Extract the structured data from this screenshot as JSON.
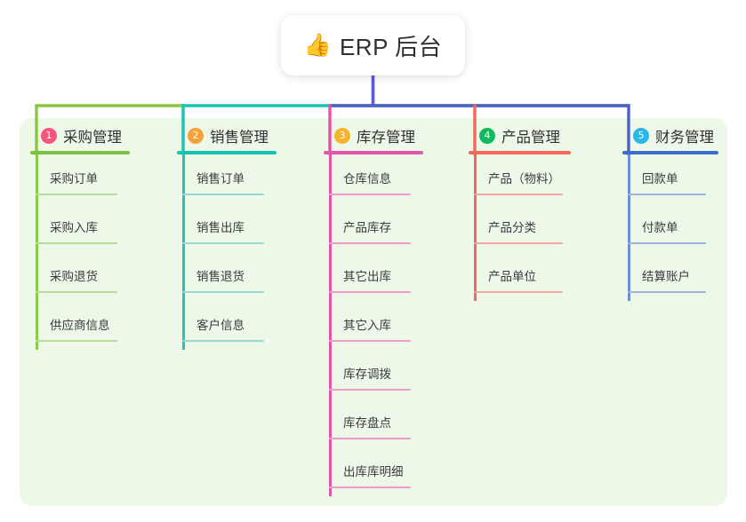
{
  "diagram": {
    "type": "mind-map",
    "title": {
      "emoji": "icon-thumbs-up",
      "emoji_glyph": "👍",
      "text": "ERP 后台"
    },
    "panel_color": "#eef8e9",
    "background_color": "#ffffff",
    "stem_color": "#5b5bd6",
    "columns": [
      {
        "number": "1",
        "label": "采购管理",
        "badge_color": "#f7567c",
        "rule_color": "#7ac143",
        "leaf_rule_color": "#b7dc9a",
        "spine_color": "#8cc84b",
        "connector_color": "#8cc63f",
        "items": [
          "采购订单",
          "采购入库",
          "采购退货",
          "供应商信息"
        ]
      },
      {
        "number": "2",
        "label": "销售管理",
        "badge_color": "#f7a13c",
        "rule_color": "#17c3b2",
        "leaf_rule_color": "#9ad9d3",
        "spine_color": "#2bc4b4",
        "connector_color": "#17c3b2",
        "items": [
          "销售订单",
          "销售出库",
          "销售退货",
          "客户信息"
        ]
      },
      {
        "number": "3",
        "label": "库存管理",
        "badge_color": "#f7b32b",
        "rule_color": "#e255a8",
        "leaf_rule_color": "#f09ccb",
        "spine_color": "#e255a8",
        "connector_color": "#e94fa6",
        "items": [
          "仓库信息",
          "产品库存",
          "其它出库",
          "其它入库",
          "库存调拨",
          "库存盘点",
          "出库库明细"
        ]
      },
      {
        "number": "4",
        "label": "产品管理",
        "badge_color": "#13b95e",
        "rule_color": "#f4675c",
        "leaf_rule_color": "#f6a79f",
        "spine_color": "#f4675c",
        "connector_color": "#f4675c",
        "items": [
          "产品（物料）",
          "产品分类",
          "产品单位"
        ]
      },
      {
        "number": "5",
        "label": "财务管理",
        "badge_color": "#29b6e8",
        "rule_color": "#3b6ec9",
        "leaf_rule_color": "#9db4e0",
        "spine_color": "#6f90d6",
        "connector_color": "#4a63c8",
        "items": [
          "回款单",
          "付款单",
          "结算账户"
        ]
      }
    ]
  }
}
